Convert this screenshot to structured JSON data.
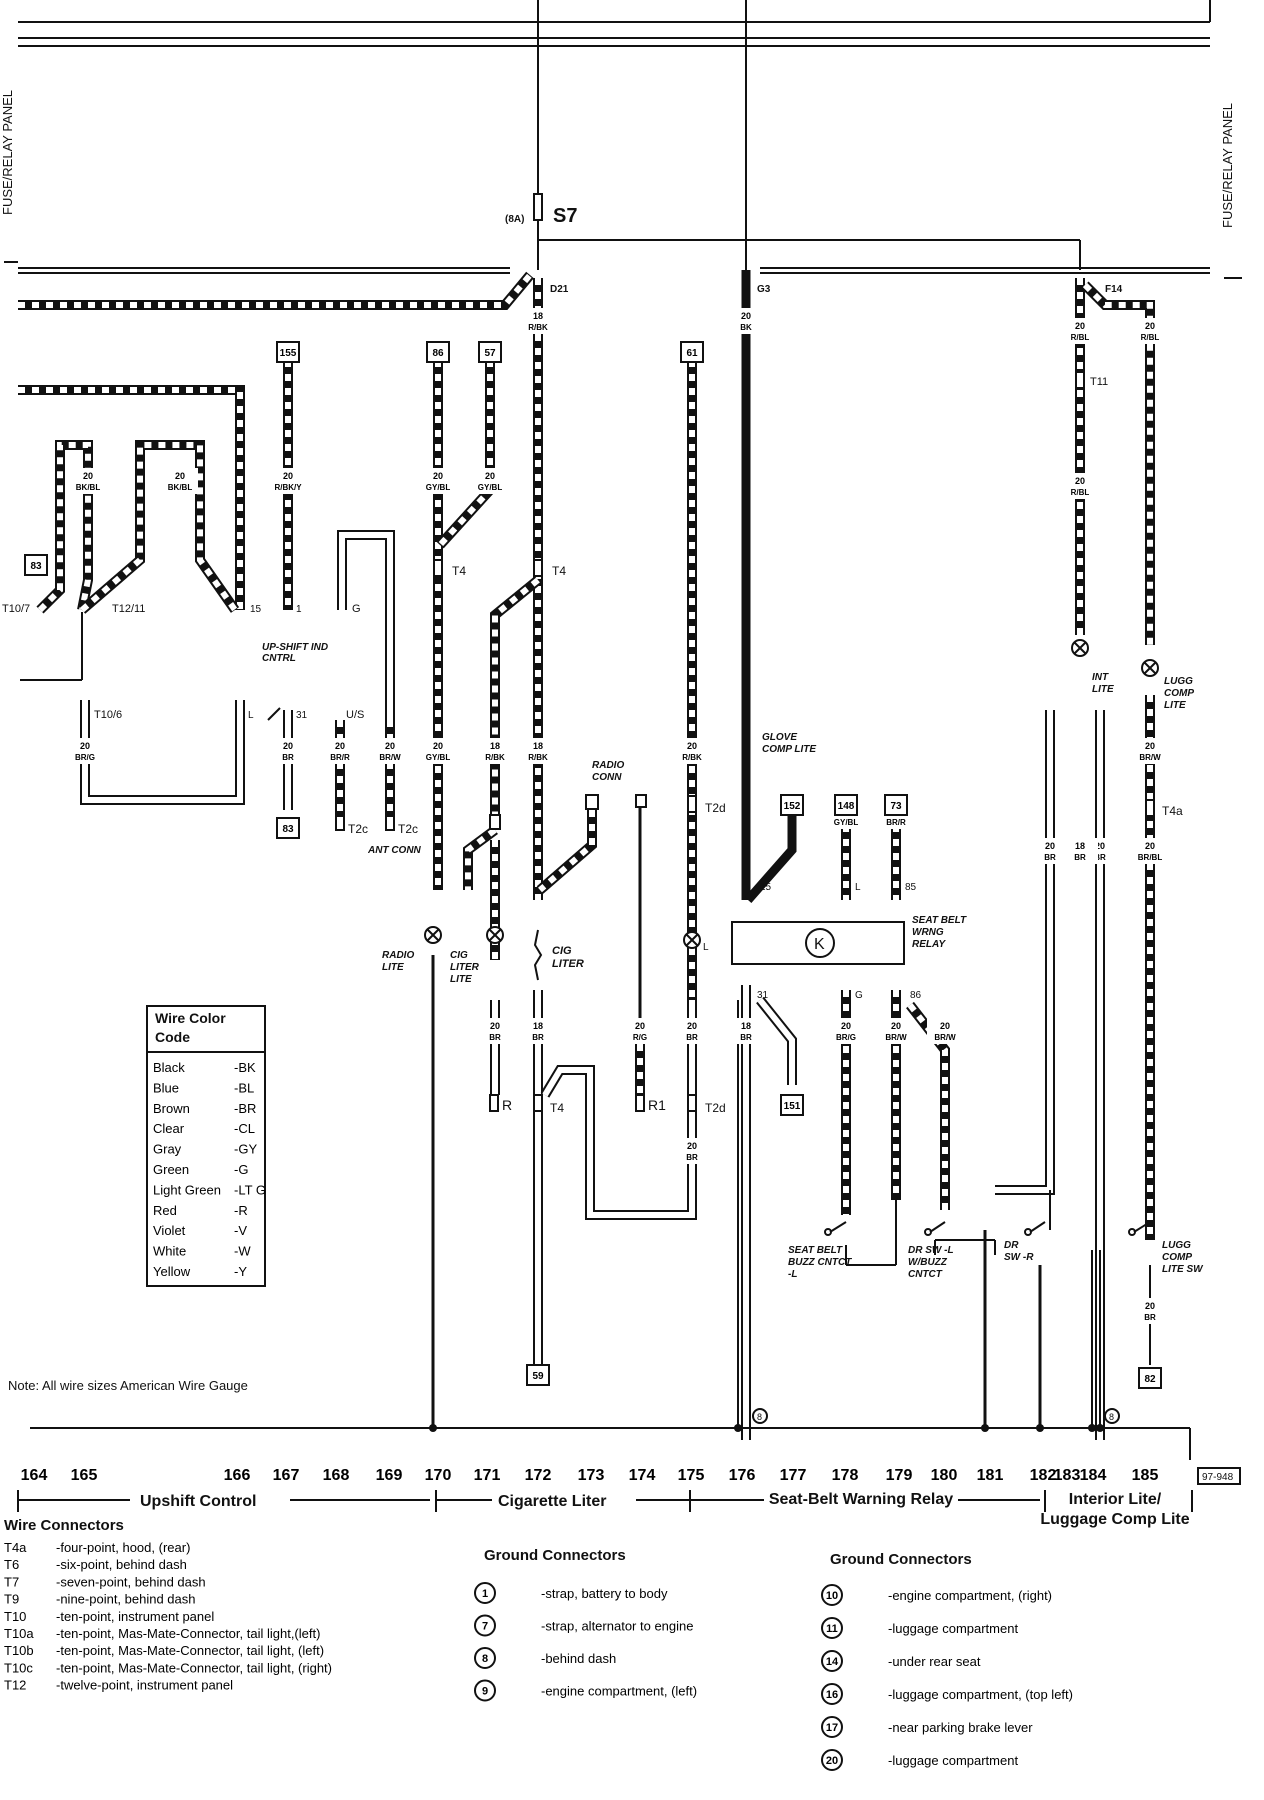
{
  "panel_label": "FUSE/RELAY PANEL",
  "fuse": {
    "rating": "(8A)",
    "name": "S7"
  },
  "terminals": {
    "d21": "D21",
    "g3": "G3",
    "f14": "F14"
  },
  "wire_specs": [
    {
      "id": "w1",
      "gauge": "18",
      "color": "R/BK"
    },
    {
      "id": "w2",
      "gauge": "20",
      "color": "BK"
    },
    {
      "id": "w3",
      "gauge": "20",
      "color": "R/BL"
    },
    {
      "id": "w4",
      "gauge": "20",
      "color": "R/BL"
    },
    {
      "id": "w5",
      "gauge": "20",
      "color": "BK/BL"
    },
    {
      "id": "w6",
      "gauge": "20",
      "color": "BK/BL"
    },
    {
      "id": "w7",
      "gauge": "20",
      "color": "R/BK/Y"
    },
    {
      "id": "w8",
      "gauge": "20",
      "color": "GY/BL"
    },
    {
      "id": "w9",
      "gauge": "20",
      "color": "GY/BL"
    },
    {
      "id": "w10",
      "gauge": "20",
      "color": "R/BL"
    },
    {
      "id": "w11",
      "gauge": "20",
      "color": "BR/G"
    },
    {
      "id": "w12",
      "gauge": "20",
      "color": "BR"
    },
    {
      "id": "w13",
      "gauge": "20",
      "color": "BR/R"
    },
    {
      "id": "w14",
      "gauge": "20",
      "color": "BR/W"
    },
    {
      "id": "w15",
      "gauge": "20",
      "color": "GY/BL"
    },
    {
      "id": "w16",
      "gauge": "18",
      "color": "R/BK"
    },
    {
      "id": "w17",
      "gauge": "18",
      "color": "R/BK"
    },
    {
      "id": "w18",
      "gauge": "20",
      "color": "R/BK"
    },
    {
      "id": "w19",
      "gauge": "20",
      "color": "GY/BL"
    },
    {
      "id": "w20",
      "gauge": "20",
      "color": "BR/R"
    },
    {
      "id": "w21",
      "gauge": "20",
      "color": "BR/W"
    },
    {
      "id": "w22",
      "gauge": "20",
      "color": "BR"
    },
    {
      "id": "w23",
      "gauge": "20",
      "color": "BR/BL"
    },
    {
      "id": "w24",
      "gauge": "20",
      "color": "BR"
    },
    {
      "id": "w25",
      "gauge": "18",
      "color": "BR"
    },
    {
      "id": "w26",
      "gauge": "20",
      "color": "R/G"
    },
    {
      "id": "w27",
      "gauge": "20",
      "color": "BR"
    },
    {
      "id": "w28",
      "gauge": "20",
      "color": "BR/G"
    },
    {
      "id": "w29",
      "gauge": "20",
      "color": "BR/W"
    },
    {
      "id": "w30",
      "gauge": "20",
      "color": "BR/W"
    },
    {
      "id": "w31",
      "gauge": "18",
      "color": "BR"
    },
    {
      "id": "w32",
      "gauge": "18",
      "color": "BR"
    },
    {
      "id": "w33",
      "gauge": "20",
      "color": "BR"
    },
    {
      "id": "w34",
      "gauge": "20",
      "color": "BR"
    },
    {
      "id": "w35",
      "gauge": "20",
      "color": "BR"
    }
  ],
  "ref_boxes": [
    "155",
    "86",
    "57",
    "61",
    "83",
    "83",
    "152",
    "148",
    "73",
    "151",
    "59",
    "82"
  ],
  "connectors": {
    "t4_a": "T4",
    "t4_b": "T4",
    "t10_7": "T10/7",
    "t12_11": "T12/11",
    "t10_6": "T10/6",
    "t11": "T11",
    "t4a": "T4a",
    "t2c_a": "T2c",
    "t2c_b": "T2c",
    "t2d_a": "T2d",
    "t2d_b": "T2d",
    "t4_c": "T4",
    "u_s": "U/S",
    "r": "R",
    "r1": "R1"
  },
  "pin_labels": {
    "p15a": "15",
    "p1": "1",
    "pg": "G",
    "pl": "L",
    "p31a": "31",
    "p15b": "15",
    "pl2": "L",
    "p85": "85",
    "p31b": "31",
    "pg2": "G",
    "p86": "86",
    "pl3": "L"
  },
  "component_labels": {
    "upshift": "UP-SHIFT IND CNTRL",
    "ant": "ANT CONN",
    "radio_conn": "RADIO CONN",
    "glove": "GLOVE COMP LITE",
    "radio_lite": "RADIO LITE",
    "cig_liter_lite": "CIG LITER LITE",
    "cig_liter": "CIG LITER",
    "seat_belt_relay": "SEAT BELT WRNG RELAY",
    "relay_symbol": "K",
    "int_lite": "INT LITE",
    "lugg_lite": "LUGG COMP LITE",
    "sb_buzz": "SEAT BELT BUZZ CNTCT -L",
    "dr_sw_l": "DR SW -L W/BUZZ CNTCT",
    "dr_sw_r": "DR SW -R",
    "lugg_sw": "LUGG COMP LITE SW"
  },
  "color_code": {
    "title": "Wire Color Code",
    "entries": [
      {
        "name": "Black",
        "code": "-BK"
      },
      {
        "name": "Blue",
        "code": "-BL"
      },
      {
        "name": "Brown",
        "code": "-BR"
      },
      {
        "name": "Clear",
        "code": "-CL"
      },
      {
        "name": "Gray",
        "code": "-GY"
      },
      {
        "name": "Green",
        "code": "-G"
      },
      {
        "name": "Light Green",
        "code": "-LT G"
      },
      {
        "name": "Red",
        "code": "-R"
      },
      {
        "name": "Violet",
        "code": "-V"
      },
      {
        "name": "White",
        "code": "-W"
      },
      {
        "name": "Yellow",
        "code": "-Y"
      }
    ]
  },
  "note": "Note: All wire sizes American Wire Gauge",
  "ground_markers": [
    "8",
    "8"
  ],
  "scale": [
    "164",
    "165",
    "166",
    "167",
    "168",
    "169",
    "170",
    "171",
    "172",
    "173",
    "174",
    "175",
    "176",
    "177",
    "178",
    "179",
    "180",
    "181",
    "182",
    "183",
    "184",
    "185"
  ],
  "diagram_id": "97-948",
  "sections": {
    "upshift": "Upshift Control",
    "cigarette": "Cigarette Liter",
    "seatbelt": "Seat-Belt Warning Relay",
    "interior": "Interior Lite/ Luggage Comp Lite"
  },
  "wire_connectors": {
    "title": "Wire Connectors",
    "items": [
      {
        "code": "T4a",
        "desc": "-four-point, hood, (rear)"
      },
      {
        "code": "T6",
        "desc": "-six-point, behind dash"
      },
      {
        "code": "T7",
        "desc": "-seven-point, behind dash"
      },
      {
        "code": "T9",
        "desc": "-nine-point, behind dash"
      },
      {
        "code": "T10",
        "desc": "-ten-point, instrument panel"
      },
      {
        "code": "T10a",
        "desc": "-ten-point, Mas-Mate-Connector, tail light,(left)"
      },
      {
        "code": "T10b",
        "desc": "-ten-point, Mas-Mate-Connector, tail light, (left)"
      },
      {
        "code": "T10c",
        "desc": "-ten-point, Mas-Mate-Connector, tail light, (right)"
      },
      {
        "code": "T12",
        "desc": "-twelve-point, instrument panel"
      }
    ]
  },
  "ground_connectors_left": {
    "title": "Ground Connectors",
    "items": [
      {
        "num": "1",
        "desc": "-strap, battery to body"
      },
      {
        "num": "7",
        "desc": "-strap, alternator to engine"
      },
      {
        "num": "8",
        "desc": "-behind dash"
      },
      {
        "num": "9",
        "desc": "-engine compartment, (left)"
      }
    ]
  },
  "ground_connectors_right": {
    "title": "Ground Connectors",
    "items": [
      {
        "num": "10",
        "desc": "-engine compartment, (right)"
      },
      {
        "num": "11",
        "desc": "-luggage compartment"
      },
      {
        "num": "14",
        "desc": "-under rear seat"
      },
      {
        "num": "16",
        "desc": "-luggage compartment, (top left)"
      },
      {
        "num": "17",
        "desc": "-near parking brake lever"
      },
      {
        "num": "20",
        "desc": "-luggage compartment"
      }
    ]
  }
}
